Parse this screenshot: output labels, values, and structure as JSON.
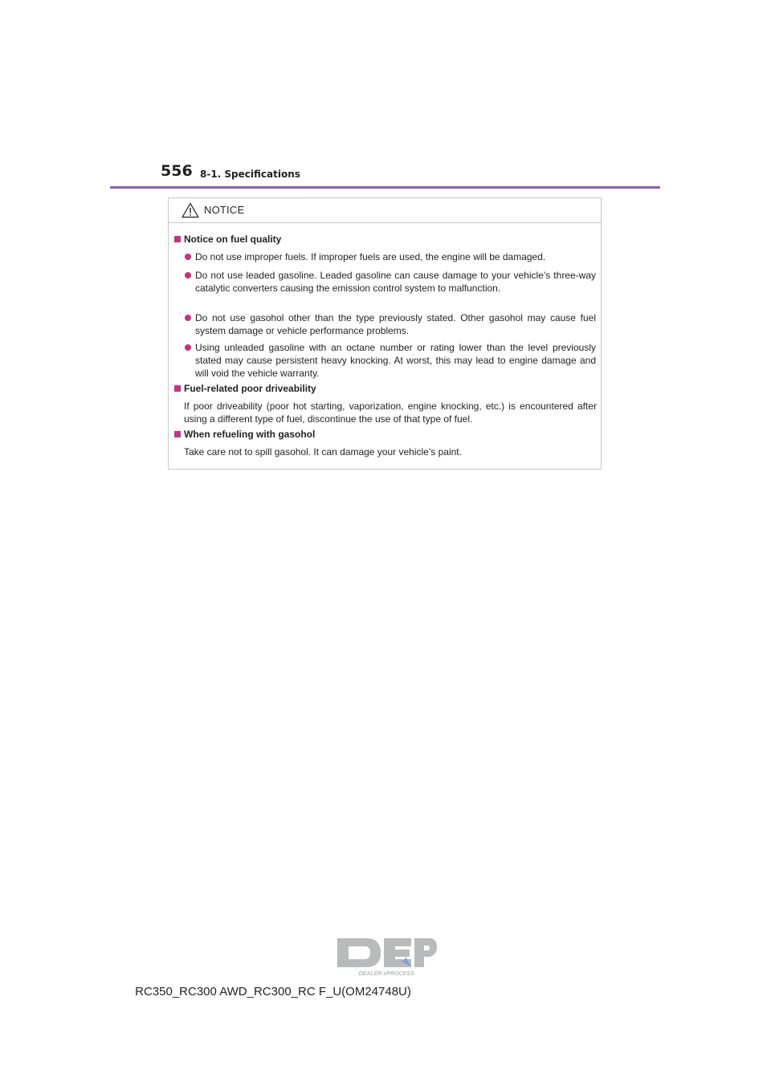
{
  "header": {
    "page_number": "556",
    "section": "8-1. Specifications"
  },
  "notice": {
    "label": "NOTICE",
    "icon": "warning-triangle-icon",
    "sections": [
      {
        "heading": "Notice on fuel quality",
        "bullets": [
          "Do not use improper fuels. If improper fuels are used, the engine will be damaged.",
          "Do not use leaded gasoline. Leaded gasoline can cause damage to your vehicle’s three-way catalytic converters causing the emission control system to malfunction.",
          "Do not use gasohol other than the type previously stated. Other gasohol may cause fuel system damage or vehicle performance problems.",
          "Using unleaded gasoline with an octane number or rating lower than the level previously stated may cause persistent heavy knocking. At worst, this may lead to engine damage and will void the vehicle warranty."
        ]
      },
      {
        "heading": "Fuel-related poor driveability",
        "text": "If poor driveability (poor hot starting, vaporization, engine knocking, etc.) is encountered after using a different type of fuel, discontinue the use of that type of fuel."
      },
      {
        "heading": "When refueling with gasohol",
        "text": "Take care not to spill gasohol. It can damage your vehicle’s paint."
      }
    ]
  },
  "logo": {
    "brand": "DEP",
    "tagline": "DEALER ePROCESS"
  },
  "footer": {
    "model_code": "RC350_RC300 AWD_RC300_RC F_U(OM24748U)"
  },
  "colors": {
    "accent_purple": "#8b63ab",
    "bullet_magenta": "#c6327e",
    "logo_gray": "#b9babc",
    "logo_blue": "#7fa7cf"
  }
}
